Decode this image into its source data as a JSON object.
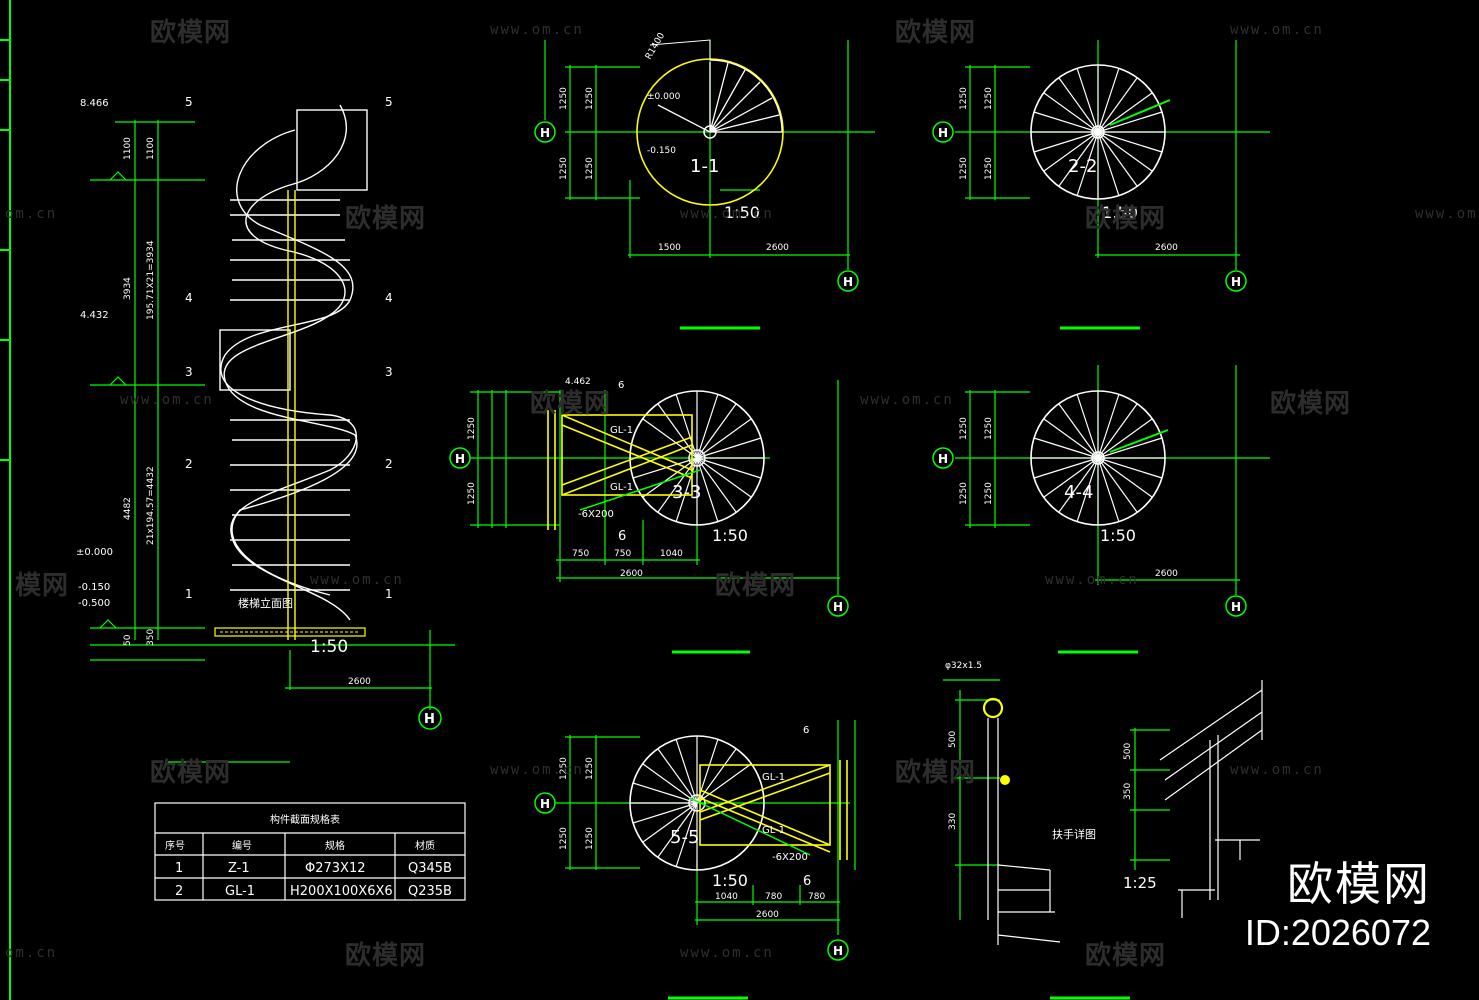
{
  "watermark": {
    "brand": "欧模网",
    "url": "www.om.cn",
    "url_partial": "om.cn",
    "brand_partial": "模网"
  },
  "brand_overlay": {
    "name": "欧模网",
    "id": "ID:2026072"
  },
  "colors": {
    "background": "#000000",
    "dimension": "#00ff00",
    "drawing": "#ffffff",
    "highlight": "#ffff00",
    "table": "#ffffff"
  },
  "elevation_view": {
    "levels": [
      "8.466",
      "4.432",
      "±0.000",
      "-0.150",
      "-0.500"
    ],
    "section_markers": [
      "5",
      "4",
      "3",
      "2",
      "1"
    ],
    "dims": [
      "1100",
      "3934",
      "195.71X21=3934",
      "4482",
      "21x194.57=4432",
      "50",
      "350",
      "2600"
    ],
    "title": "楼梯立面图",
    "scale": "1:50",
    "axis": "H"
  },
  "plan_1": {
    "label": "1-1",
    "scale": "1:50",
    "dims": [
      "1250",
      "1250",
      "1500",
      "2600"
    ],
    "callout": "R1400",
    "levels": [
      "±0.000",
      "-0.150"
    ],
    "axis": "H"
  },
  "plan_2": {
    "label": "2-2",
    "scale": "1:50",
    "dims": [
      "1250",
      "1250",
      "2600"
    ],
    "axis": "H"
  },
  "plan_3": {
    "label": "3-3",
    "scale": "1:50",
    "dims": [
      "1250",
      "1250",
      "2600",
      "750",
      "750",
      "1040"
    ],
    "level": "4.462",
    "member": "GL-1",
    "note": "-6X200",
    "mark": "6",
    "axis": "H"
  },
  "plan_4": {
    "label": "4-4",
    "scale": "1:50",
    "dims": [
      "1250",
      "1250",
      "2600"
    ],
    "axis": "H"
  },
  "plan_5": {
    "label": "5-5",
    "scale": "1:50",
    "dims": [
      "1250",
      "1250",
      "2600",
      "1040",
      "780",
      "780"
    ],
    "member": "GL-1",
    "note": "-6X200",
    "mark": "6",
    "axis": "H"
  },
  "handrail": {
    "title": "扶手详图",
    "spec": "φ32x1.5",
    "dims": [
      "500",
      "330",
      "500",
      "350"
    ],
    "scale": "1:25"
  },
  "table": {
    "title": "构件截面规格表",
    "headers": [
      "序号",
      "编号",
      "规格",
      "材质"
    ],
    "rows": [
      {
        "no": "1",
        "code": "Z-1",
        "spec": "Φ273X12",
        "material": "Q345B"
      },
      {
        "no": "2",
        "code": "GL-1",
        "spec": "H200X100X6X6",
        "material": "Q235B"
      }
    ]
  }
}
